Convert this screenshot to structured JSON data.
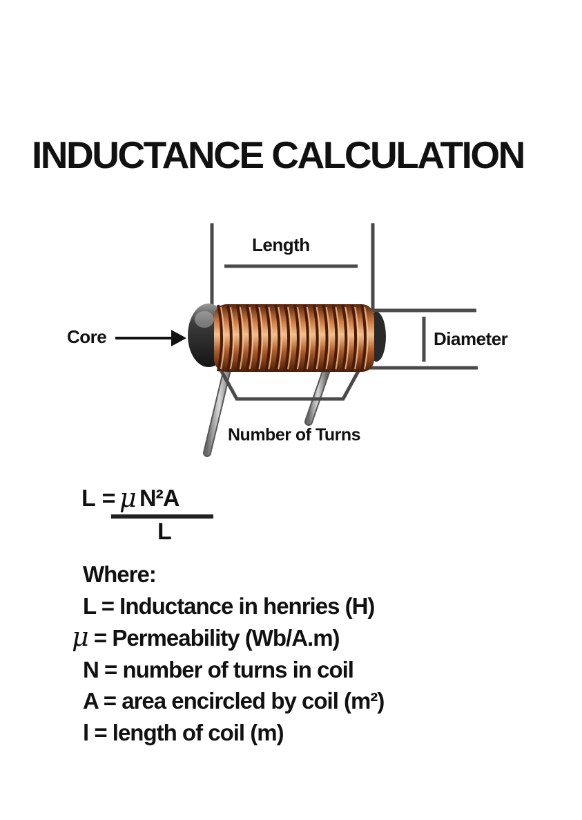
{
  "title": "INDUCTANCE CALCULATION",
  "diagram": {
    "labels": {
      "length": "Length",
      "core": "Core",
      "diameter": "Diameter",
      "turns": "Number of Turns"
    },
    "colors": {
      "copper_dark": "#6b2e12",
      "copper_mid": "#b8662f",
      "copper_light": "#f0b27a",
      "core": "#3a3a3a",
      "line": "#4a4a4a",
      "lead": "#8a8a8a"
    }
  },
  "formula": {
    "lhs": "L =",
    "mu": "μ",
    "numerator": "N²A",
    "denominator": "L"
  },
  "where": {
    "heading": "Where:",
    "lines": [
      {
        "symbol": "",
        "text": "L = Inductance in henries (H)"
      },
      {
        "symbol": "μ",
        "text": "= Permeability (Wb/A.m)"
      },
      {
        "symbol": "",
        "text": "N = number of turns in coil"
      },
      {
        "symbol": "",
        "text": "A = area encircled by coil (m²)"
      },
      {
        "symbol": "",
        "text": "l = length of coil (m)"
      }
    ]
  }
}
